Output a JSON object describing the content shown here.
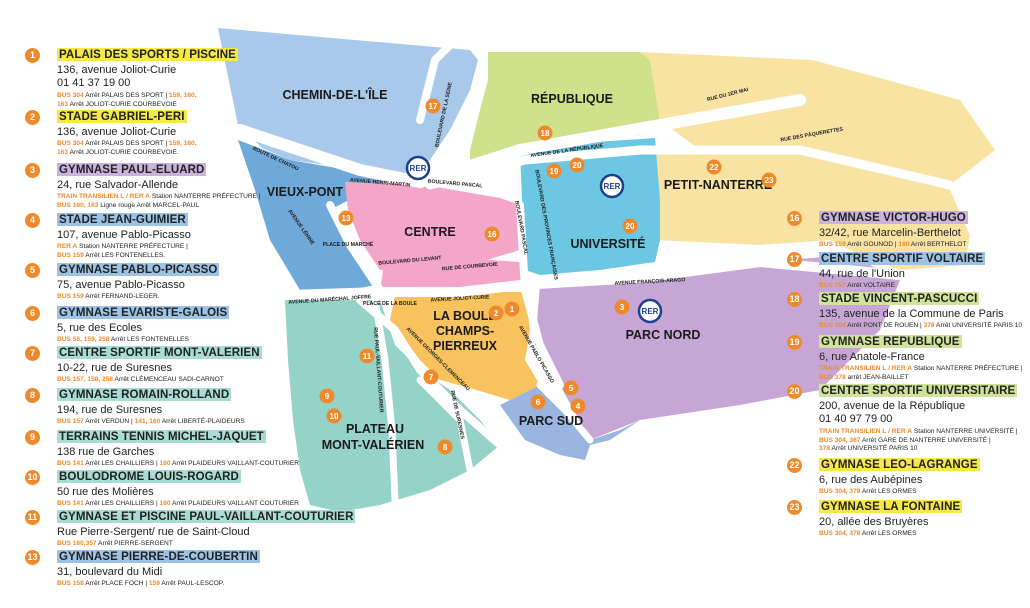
{
  "colors": {
    "accent": "#ef8a2c",
    "highlight_yellow": "#f6e84a",
    "highlight_purple": "#c9b3dd",
    "highlight_blue": "#9cc3e6",
    "highlight_green": "#cfe39a",
    "highlight_teal": "#a9dcd2"
  },
  "districts": [
    {
      "key": "chemin",
      "name": "CHEMIN-DE-L'ÎLE",
      "color": "#a9c9ea"
    },
    {
      "key": "republique",
      "name": "RÉPUBLIQUE",
      "color": "#cfe18a"
    },
    {
      "key": "vieuxpont",
      "name": "VIEUX-PONT",
      "color": "#6fa9d9"
    },
    {
      "key": "centre",
      "name": "CENTRE",
      "color": "#f3a6c8"
    },
    {
      "key": "universite",
      "name": "UNIVERSITÉ",
      "color": "#6cc7e3"
    },
    {
      "key": "petitnanterre",
      "name": "PETIT-NANTERRE",
      "color": "#f8e3a3"
    },
    {
      "key": "boule",
      "name": "LA BOULE CHAMPS-PIERREUX",
      "line1": "LA BOULE",
      "line2": "CHAMPS-",
      "line3": "PIERREUX",
      "color": "#f8c35f"
    },
    {
      "key": "parcnord",
      "name": "PARC NORD",
      "color": "#c7a6d5"
    },
    {
      "key": "plateau",
      "name": "PLATEAU MONT-VALÉRIEN",
      "line1": "PLATEAU",
      "line2": "MONT-VALÉRIEN",
      "color": "#95d2c7"
    },
    {
      "key": "parcsud",
      "name": "PARC SUD",
      "color": "#9ab6e0"
    }
  ],
  "rer_label": "RER",
  "streets": [
    "BOULEVARD DE LA SEINE",
    "RUE DU 1ER MAI",
    "RUE DES PÂQUERETTES",
    "AVENUE DE LA RÉPUBLIQUE",
    "ROUTE DE CHATOU",
    "AVENUE HENRI-MARTIN",
    "BOULEVARD PASCAL",
    "AVENUE LÉNINE",
    "BOULEVARD DU LEVANT",
    "RUE DE COURBEVOIE",
    "BOULEVARD PASCAL",
    "BOULEVARD DES PROVINCES FRANÇAISES",
    "AVENUE FRANÇOIS-ARAGO",
    "AVENUE JOLIOT-CURIE",
    "PLACE DU MARCHÉ",
    "PLACE DE LA BOULE",
    "AVENUE DU MARÉCHAL JOFFRE",
    "RUE PAUL-VAILLANT-COUTURIER",
    "AVENUE GEORGES-CLEMENCEAU",
    "RUE DE SURESNES",
    "AVENUE PABLO PICASSO",
    "AVENUE DE LA COMMUNE DE PARIS"
  ],
  "left_list": [
    {
      "n": "1",
      "title": "PALAIS DES SPORTS / PISCINE",
      "hl": "highlight_yellow",
      "address": "136, avenue Joliot-Curie",
      "info": [
        [
          [
            "o",
            "BUS 304"
          ],
          [
            "t",
            " Arrêt PALAIS DES SPORT | "
          ],
          [
            "o",
            "159, 160,"
          ]
        ],
        [
          [
            "o",
            "163"
          ],
          [
            "t",
            " Arrêt JOLIOT-CURIE COURBEVOIE"
          ]
        ]
      ]
    },
    {
      "n": "2",
      "title": "STADE GABRIEL-PERI",
      "hl": "highlight_yellow",
      "address": "136, avenue Joliot-Curie",
      "info": [
        [
          [
            "o",
            "BUS 304"
          ],
          [
            "t",
            " Arrêt PALAIS DES SPORT | "
          ],
          [
            "o",
            "159, 160,"
          ]
        ],
        [
          [
            "o",
            "163"
          ],
          [
            "t",
            " Arrêt JOLIOT-CURIE COURBEVOIE."
          ]
        ]
      ]
    },
    {
      "n": "3",
      "title": "GYMNASE PAUL-ELUARD",
      "hl": "highlight_purple",
      "address": "24, rue Salvador-Allende",
      "info": [
        [
          [
            "o",
            "TRAIN TRANSILIEN L / RER A"
          ],
          [
            "t",
            " Station NANTERRE PRÉFECTURE |"
          ]
        ],
        [
          [
            "o",
            "BUS 160, 163"
          ],
          [
            "t",
            " Ligne rouge Arrêt MARCEL-PAUL"
          ]
        ]
      ]
    },
    {
      "n": "4",
      "title": "STADE JEAN-GUIMIER",
      "hl": "highlight_blue",
      "address": "107, avenue Pablo-Picasso",
      "info": [
        [
          [
            "o",
            "RER A"
          ],
          [
            "t",
            " Station NANTERRE PRÉFECTURE |"
          ]
        ],
        [
          [
            "o",
            "BUS 159"
          ],
          [
            "t",
            " Arrêt LES FONTENELLES."
          ]
        ]
      ]
    },
    {
      "n": "5",
      "title": "GYMNASE PABLO-PICASSO",
      "hl": "highlight_blue",
      "address": "75, avenue Pablo-Picasso",
      "info": [
        [
          [
            "o",
            "BUS 159"
          ],
          [
            "t",
            " Arrêt FERNAND-LEGER."
          ]
        ]
      ]
    },
    {
      "n": "6",
      "title": "GYMNASE EVARISTE-GALOIS",
      "hl": "highlight_blue",
      "address": "5, rue des Ecoles",
      "info": [
        [
          [
            "o",
            "BUS 58, 159, 258"
          ],
          [
            "t",
            " Arrêt LES FONTENELLES"
          ]
        ]
      ]
    },
    {
      "n": "7",
      "title": "CENTRE SPORTIF MONT-VALERIEN",
      "hl": "highlight_teal",
      "address": "10-22, rue de Suresnes",
      "info": [
        [
          [
            "o",
            "BUS 157, 158, 258"
          ],
          [
            "t",
            " Arrêt CLÉMENCEAU SADI-CARNOT"
          ]
        ]
      ]
    },
    {
      "n": "8",
      "title": "GYMNASE ROMAIN-ROLLAND",
      "hl": "highlight_teal",
      "address": "194, rue de Suresnes",
      "info": [
        [
          [
            "o",
            "BUS 157"
          ],
          [
            "t",
            " Arrêt VERDUN | "
          ],
          [
            "o",
            "141, 160"
          ],
          [
            "t",
            " Arrêt LIBERTÉ-PLAIDEURS"
          ]
        ]
      ]
    },
    {
      "n": "9",
      "title": "TERRAINS TENNIS MICHEL-JAQUET",
      "hl": "highlight_teal",
      "address": "138 rue de Garches",
      "info": [
        [
          [
            "o",
            "BUS 141"
          ],
          [
            "t",
            " Arrêt LES CHAILLIERS | "
          ],
          [
            "o",
            "160"
          ],
          [
            "t",
            " Arrêt PLAIDEURS VAILLANT-COUTURIER"
          ]
        ]
      ]
    },
    {
      "n": "10",
      "title": "BOULODROME LOUIS-ROGARD",
      "hl": "highlight_teal",
      "address": "50 rue des Molières",
      "info": [
        [
          [
            "o",
            "BUS 141"
          ],
          [
            "t",
            " Arrêt LES CHAILLIERS | "
          ],
          [
            "o",
            "160"
          ],
          [
            "t",
            " Arrêt PLAIDEURS VAILLANT COUTURIER"
          ]
        ]
      ]
    },
    {
      "n": "11",
      "title": "GYMNASE ET PISCINE PAUL-VAILLANT-COUTURIER",
      "hl": "highlight_teal",
      "address": "Rue Pierre-Sergent/ rue de Saint-Cloud",
      "info": [
        [
          [
            "o",
            "BUS 160,357"
          ],
          [
            "t",
            " Arrêt PIERRE-SERGENT"
          ]
        ]
      ]
    },
    {
      "n": "13",
      "title": "GYMNASE PIERRE-DE-COUBERTIN",
      "hl": "highlight_blue",
      "address": "31, boulevard du Midi",
      "info": [
        [
          [
            "o",
            "BUS 158"
          ],
          [
            "t",
            " Arrêt PLACE FOCH | "
          ],
          [
            "o",
            "159"
          ],
          [
            "t",
            " Arrêt PAUL-LESCOP."
          ]
        ]
      ]
    }
  ],
  "right_list": [
    {
      "n": "16",
      "title": "GYMNASE VICTOR-HUGO",
      "hl": "highlight_purple",
      "address": "32/42, rue Marcelin-Berthelot",
      "info": [
        [
          [
            "o",
            "BUS 159"
          ],
          [
            "t",
            " Arrêt GOUNOD | "
          ],
          [
            "o",
            "160"
          ],
          [
            "t",
            " Arrêt BERTHELOT"
          ]
        ]
      ]
    },
    {
      "n": "17",
      "title": "CENTRE SPORTIF VOLTAIRE",
      "hl": "highlight_blue",
      "address": "44, rue de l'Union",
      "info": [
        [
          [
            "o",
            "BUS 157"
          ],
          [
            "t",
            " Arrêt VOLTAIRE"
          ]
        ]
      ]
    },
    {
      "n": "18",
      "title": "STADE VINCENT-PASCUCCI",
      "hl": "highlight_green",
      "address": "135, avenue de la Commune de Paris",
      "info": [
        [
          [
            "o",
            "BUS 304"
          ],
          [
            "t",
            " Arrêt PONT DE ROUEN | "
          ],
          [
            "o",
            "378"
          ],
          [
            "t",
            " Arrêt UNIVERSITÉ PARIS 10"
          ]
        ]
      ]
    },
    {
      "n": "19",
      "title": "GYMNASE REPUBLIQUE",
      "hl": "highlight_green",
      "address": "6, rue Anatole-France",
      "info": [
        [
          [
            "o",
            "TRAIN TRANSILIEN L / RER A"
          ],
          [
            "t",
            " Station NANTERRE PRÉFECTURE |"
          ]
        ],
        [
          [
            "o",
            "BUS 378"
          ],
          [
            "t",
            " arrêt JEAN-BAILLET"
          ]
        ]
      ]
    },
    {
      "n": "20",
      "title": "CENTRE SPORTIF UNIVERSITAIRE",
      "hl": "highlight_green",
      "address": "200, avenue de la République",
      "address2": "01 40 97 79 00",
      "info": [
        [
          [
            "o",
            "TRAIN TRANSILIEN L / RER A"
          ],
          [
            "t",
            " Station NANTERRE UNIVERSITÉ |"
          ]
        ],
        [
          [
            "o",
            "BUS 304, 367"
          ],
          [
            "t",
            " Arrêt GARE DE NANTERRE UNIVERSITÉ |"
          ]
        ],
        [
          [
            "o",
            "378"
          ],
          [
            "t",
            " Arrêt UNIVERSITÉ PARIS 10"
          ]
        ]
      ]
    },
    {
      "n": "22",
      "title": "GYMNASE LEO-LAGRANGE",
      "hl": "highlight_yellow",
      "address": "6, rue des Aubépines",
      "info": [
        [
          [
            "o",
            "BUS 304, 378"
          ],
          [
            "t",
            " Arrêt LES ORMES"
          ]
        ]
      ]
    },
    {
      "n": "23",
      "title": "GYMNASE LA FONTAINE",
      "hl": "highlight_yellow",
      "address": "20, allée des Bruyères",
      "info": [
        [
          [
            "o",
            "BUS 304, 378"
          ],
          [
            "t",
            " Arrêt LES ORMES"
          ]
        ]
      ]
    }
  ],
  "phone_1": "01 41 37 19 00",
  "markers": [
    "1",
    "2",
    "3",
    "4",
    "5",
    "6",
    "7",
    "8",
    "9",
    "10",
    "11",
    "13",
    "16",
    "17",
    "18",
    "19",
    "20",
    "20",
    "22",
    "23"
  ]
}
